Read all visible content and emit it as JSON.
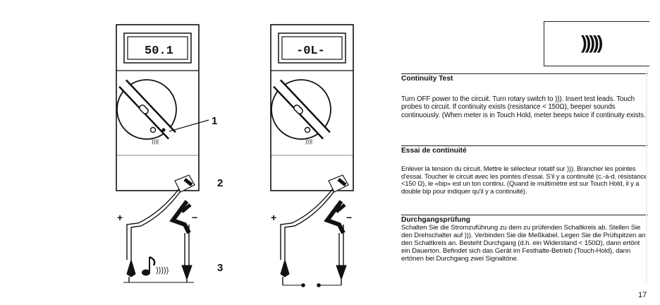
{
  "meters": {
    "left_display": "50.1",
    "right_display": "-0L-"
  },
  "callouts": [
    "1",
    "2",
    "3"
  ],
  "polarity": {
    "plus": "+",
    "minus": "−"
  },
  "symbol": {
    "text": ")))))"
  },
  "sections": [
    {
      "title": "Continuity Test",
      "body": "Turn OFF power to the circuit. Turn rotary switch to ))). Insert test leads. Touch probes to circuit. If continuity exists (resistance < 150Ω), beeper sounds continuously. (When meter is in Touch Hold, meter beeps twice if continuity exists.)"
    },
    {
      "title": "Essai de continuité",
      "body": "Enlever la tension du circuit. Mettre le sélecteur rotatif sur ))). Brancher les pointes d'essai. Toucher le circuit avec les pointes d'essai. S'il y a continuité (c.-à-d. résistance <150 Ω), le «bip» est un ton continu. (Quand le multimètre est sur Touch Hold, il y a double bip pour indiquer qu'il y a continuité)."
    },
    {
      "title": "Durchgangsprüfung",
      "body": "Schalten Sie die Stromzuführung zu dem zu prüfenden Schaltkreis ab. Stellen Sie den Drehschalter auf ))). Verbinden Sie die Meßkabel. Legen Sie die Prüfspitzen an den Schaltkreis an. Besteht Durchgang (d.h. ein Widerstand < 150Ω), dann ertönt ein Dauerton. Befindet sich das Gerät im Festhalte-Betrieb (Touch-Hold), dann ertönen bei Durchgang zwei Signaltöne."
    }
  ],
  "page_number": "17"
}
